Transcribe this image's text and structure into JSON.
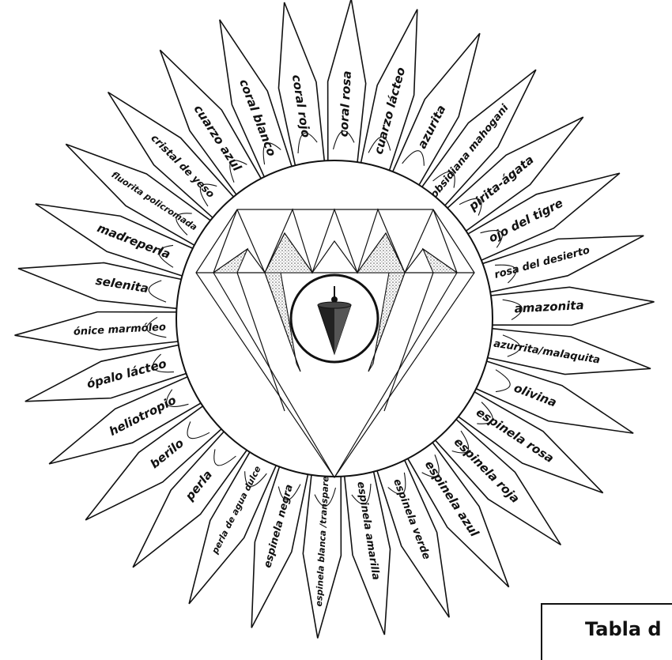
{
  "stones": [
    "coral rosa",
    "cuarzo lácteo",
    "azurita",
    "obsidiana mahogani",
    "pirita-ágata",
    "ojo del tigre",
    "rosa del desierto",
    "amazonita",
    "azurrita/malaquita",
    "olivina",
    "espinela rosa",
    "espinela roja",
    "espinela azul",
    "espinela verde",
    "espinela amarilla",
    "espinela blanca /transparente",
    "espinela negra",
    "perla de agua dulce",
    "perla",
    "berilo",
    "heliotropio",
    "ópalo lácteo",
    "ónice marmóleo",
    "selenita",
    "madreperla",
    "fluorita policromada",
    "cristal de yeso",
    "cuarzo azul",
    "coral blanco",
    "coral rojo"
  ],
  "title": "Tabla d",
  "icons": {
    "center": "pendulum-icon",
    "gem": "diamond-icon"
  },
  "colors": {
    "ink": "#111111",
    "paper": "#ffffff"
  }
}
